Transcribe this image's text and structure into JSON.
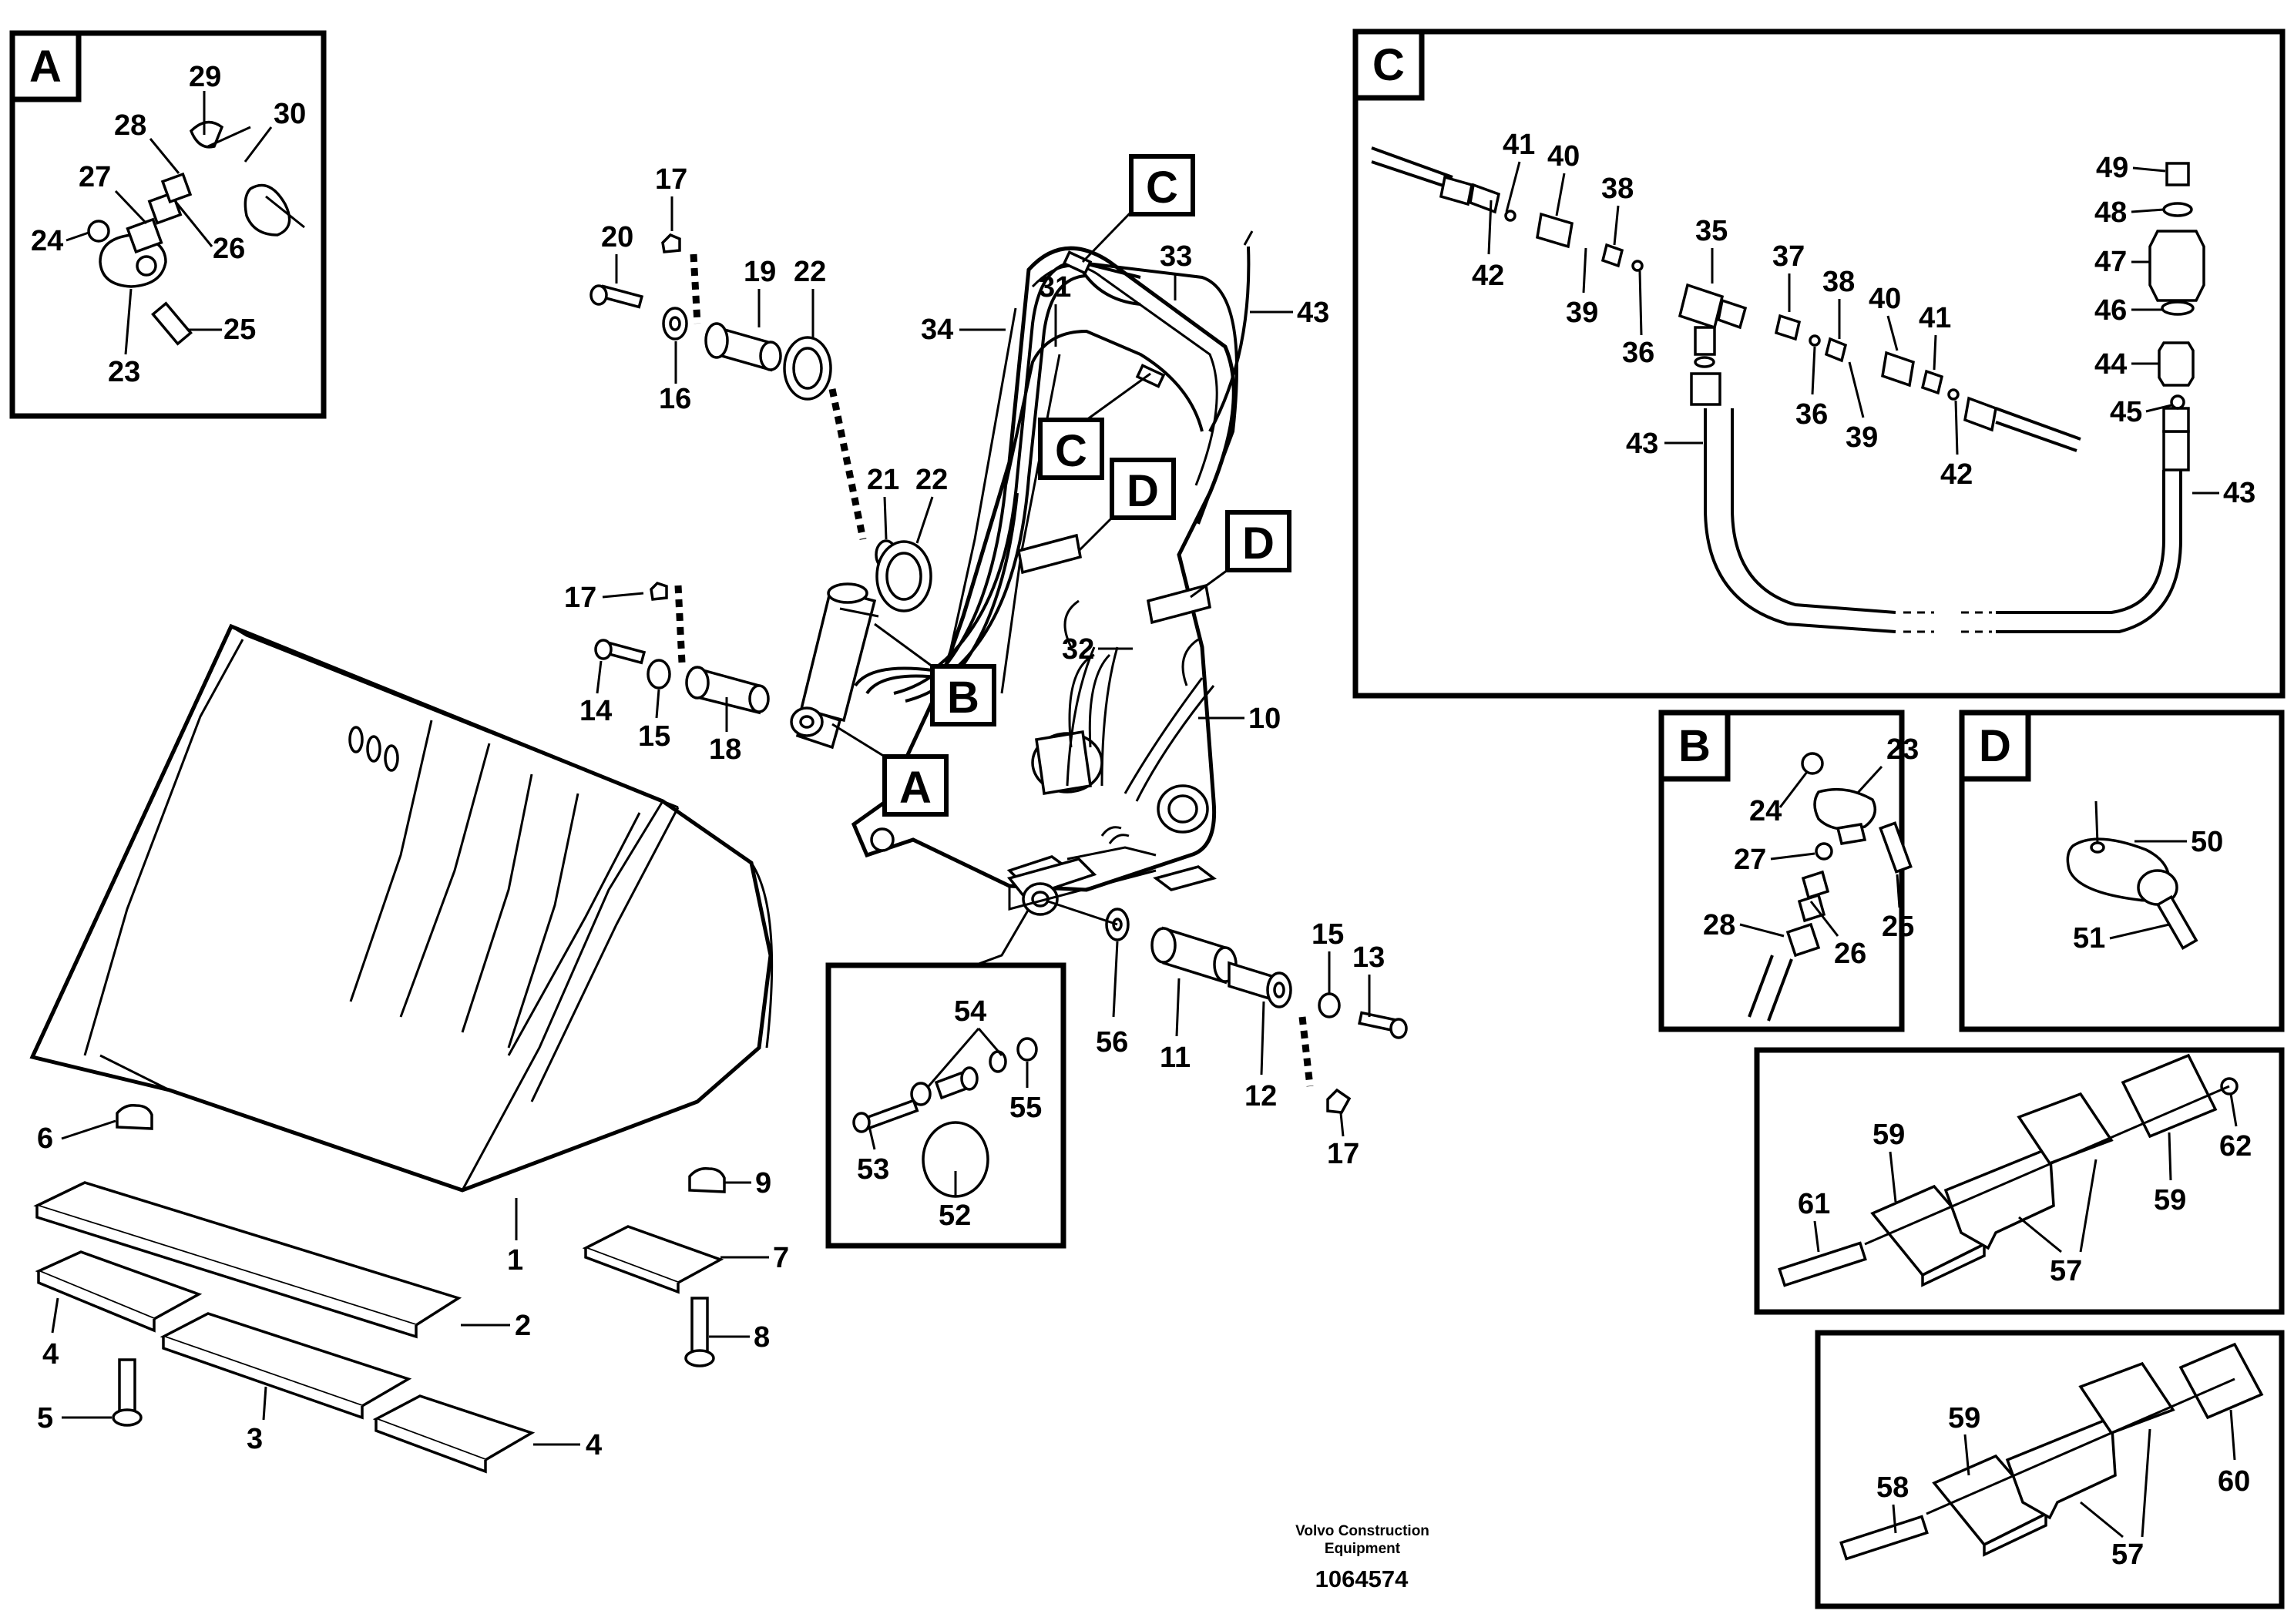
{
  "footer": {
    "maker_line1": "Volvo Construction",
    "maker_line2": "Equipment",
    "drawing_number": "1064574"
  },
  "panels": [
    {
      "id": "A",
      "label": "A"
    },
    {
      "id": "B",
      "label": "B"
    },
    {
      "id": "C",
      "label": "C"
    },
    {
      "id": "D",
      "label": "D"
    }
  ],
  "callout_tags": [
    "A",
    "B",
    "C",
    "C",
    "D",
    "D"
  ],
  "part_numbers": {
    "p1": "1",
    "p2": "2",
    "p3": "3",
    "p4": "4",
    "p5": "5",
    "p6": "6",
    "p7": "7",
    "p8": "8",
    "p9": "9",
    "p10": "10",
    "p11": "11",
    "p12": "12",
    "p13": "13",
    "p14": "14",
    "p15": "15",
    "p16": "16",
    "p17": "17",
    "p18": "18",
    "p19": "19",
    "p20": "20",
    "p21": "21",
    "p22": "22",
    "p23": "23",
    "p24": "24",
    "p25": "25",
    "p26": "26",
    "p27": "27",
    "p28": "28",
    "p29": "29",
    "p30": "30",
    "p31": "31",
    "p32": "32",
    "p33": "33",
    "p34": "34",
    "p35": "35",
    "p36": "36",
    "p37": "37",
    "p38": "38",
    "p39": "39",
    "p40": "40",
    "p41": "41",
    "p42": "42",
    "p43": "43",
    "p44": "44",
    "p45": "45",
    "p46": "46",
    "p47": "47",
    "p48": "48",
    "p49": "49",
    "p50": "50",
    "p51": "51",
    "p52": "52",
    "p53": "53",
    "p54": "54",
    "p55": "55",
    "p56": "56",
    "p57": "57",
    "p58": "58",
    "p59": "59",
    "p60": "60",
    "p61": "61",
    "p62": "62"
  }
}
